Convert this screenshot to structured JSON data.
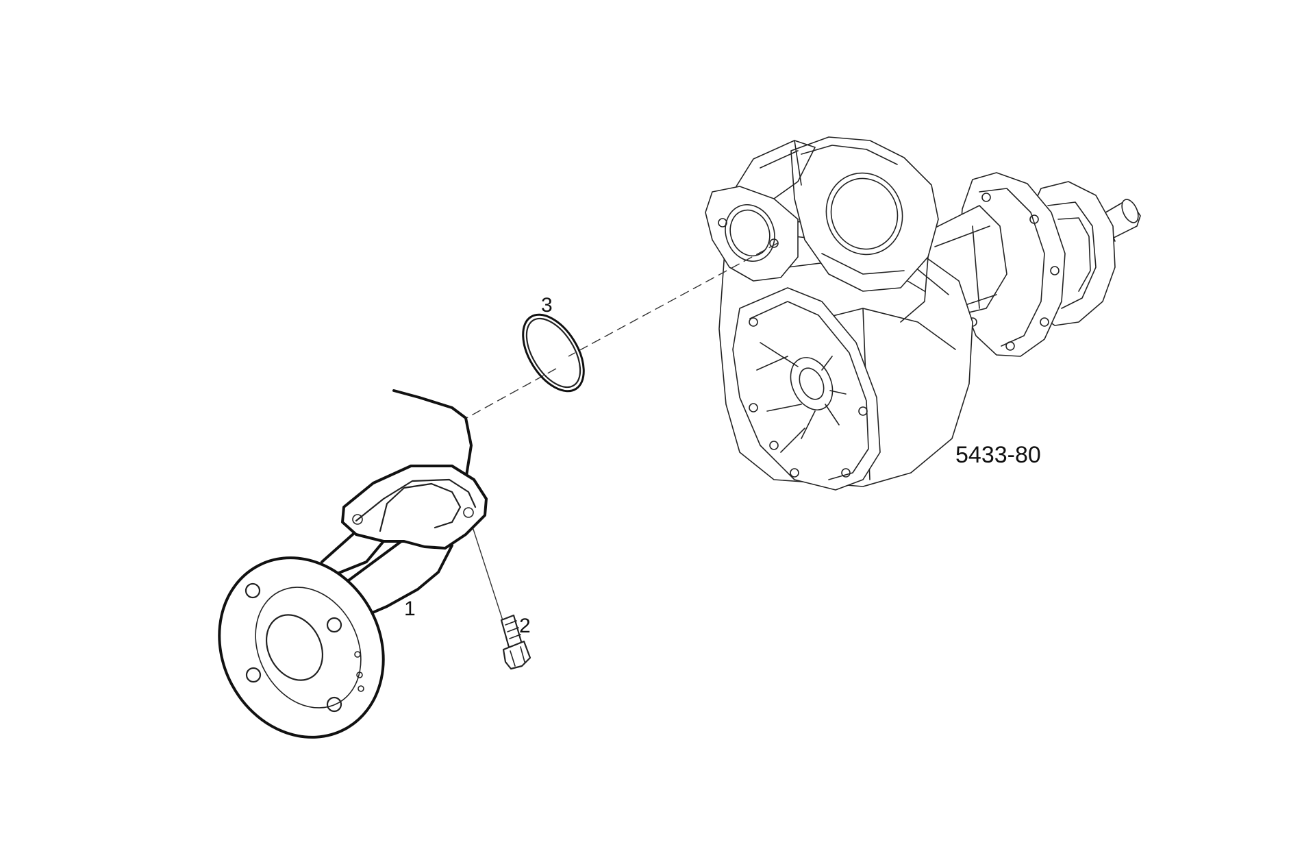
{
  "diagram": {
    "drawing_number": "5433-80",
    "callouts": [
      {
        "id": "callout-1",
        "label": "1"
      },
      {
        "id": "callout-2",
        "label": "2"
      },
      {
        "id": "callout-3",
        "label": "3"
      }
    ]
  }
}
